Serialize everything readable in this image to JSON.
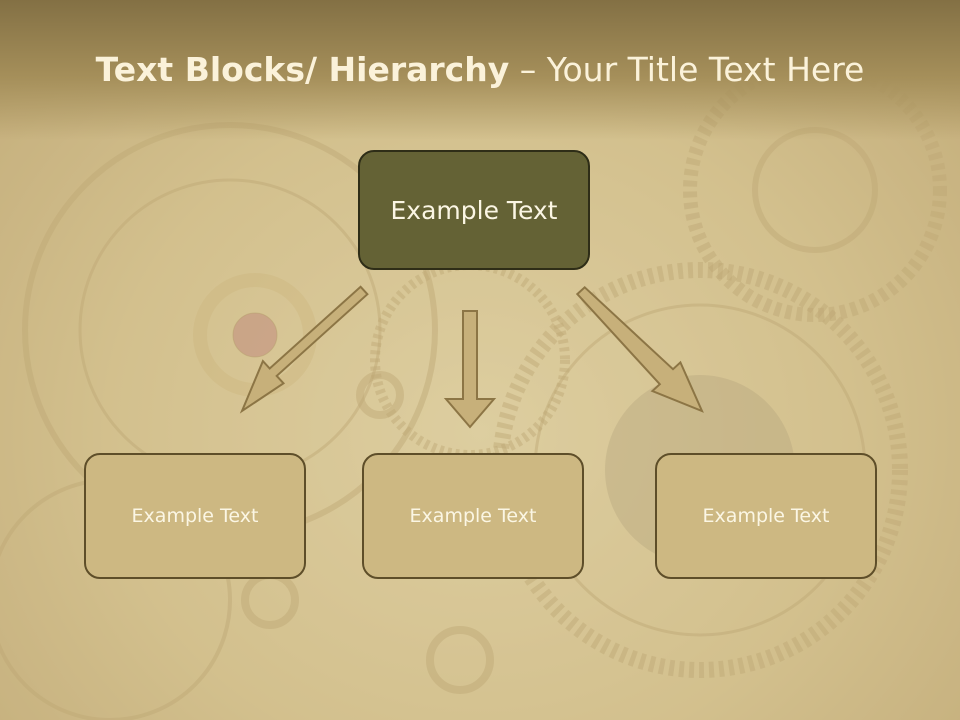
{
  "slide": {
    "title_bold": "Text Blocks/ Hierarchy",
    "title_rest": " – Your Title Text Here"
  },
  "diagram": {
    "root": "Example Text",
    "children": [
      "Example Text",
      "Example Text",
      "Example Text"
    ]
  },
  "colors": {
    "root_fill": "#646235",
    "child_fill": "#cdb882",
    "arrow_fill": "#c7b07a",
    "arrow_stroke": "#8c7545",
    "title_text": "#fbf2da"
  }
}
